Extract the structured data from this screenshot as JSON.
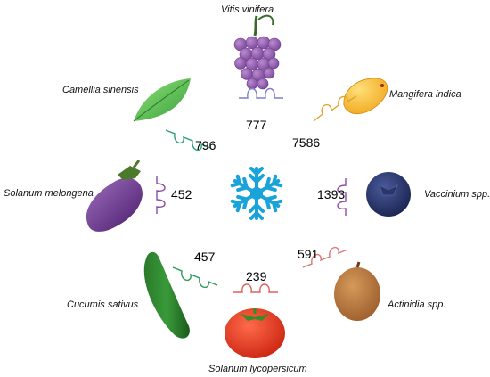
{
  "center_icon": {
    "name": "snowflake-icon",
    "color": "#1aa3d9"
  },
  "items": [
    {
      "id": "grape",
      "species": "Vitis vinifera",
      "count": "777",
      "fruit_icon": "grape-cluster-icon",
      "rna_color": "#7b7fd0"
    },
    {
      "id": "mango",
      "species": "Mangifera indica",
      "count": "7586",
      "fruit_icon": "mango-icon",
      "rna_color": "#e0a52a"
    },
    {
      "id": "blueberry",
      "species": "Vaccinium spp.",
      "count": "1393",
      "fruit_icon": "blueberry-icon",
      "rna_color": "#8f4aa8"
    },
    {
      "id": "kiwi",
      "species": "Actinidia spp.",
      "count": "591",
      "fruit_icon": "kiwi-icon",
      "rna_color": "#d9797a"
    },
    {
      "id": "tomato",
      "species": "Solanum lycopersicum",
      "count": "239",
      "fruit_icon": "tomato-icon",
      "rna_color": "#e0605a"
    },
    {
      "id": "cucumber",
      "species": "Cucumis sativus",
      "count": "457",
      "fruit_icon": "cucumber-icon",
      "rna_color": "#2a9a5a"
    },
    {
      "id": "eggplant",
      "species": "Solanum melongena",
      "count": "452",
      "fruit_icon": "eggplant-icon",
      "rna_color": "#8a4aa8"
    },
    {
      "id": "tea",
      "species": "Camellia sinensis",
      "count": "796",
      "fruit_icon": "tea-leaf-icon",
      "rna_color": "#2aa07a"
    }
  ]
}
